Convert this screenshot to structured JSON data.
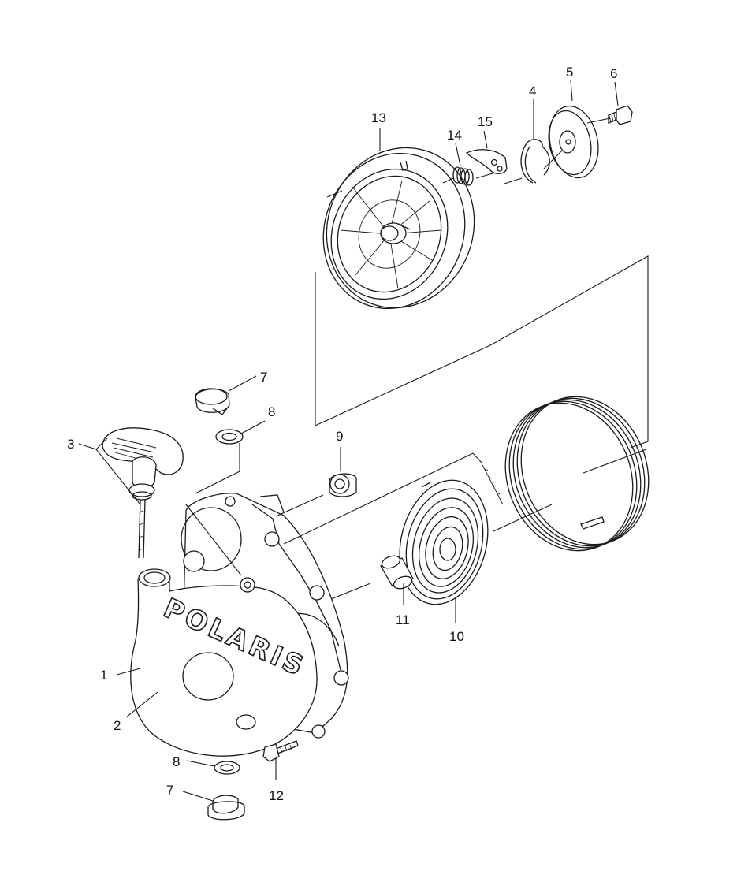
{
  "diagram": {
    "brand_text": "POLARIS",
    "callouts": [
      {
        "id": "c1",
        "text": "1"
      },
      {
        "id": "c2",
        "text": "2"
      },
      {
        "id": "c3",
        "text": "3"
      },
      {
        "id": "c4",
        "text": "4"
      },
      {
        "id": "c5",
        "text": "5"
      },
      {
        "id": "c6",
        "text": "6"
      },
      {
        "id": "c7a",
        "text": "7"
      },
      {
        "id": "c7b",
        "text": "7"
      },
      {
        "id": "c8a",
        "text": "8"
      },
      {
        "id": "c8b",
        "text": "8"
      },
      {
        "id": "c9",
        "text": "9"
      },
      {
        "id": "c10",
        "text": "10"
      },
      {
        "id": "c11",
        "text": "11"
      },
      {
        "id": "c12",
        "text": "12"
      },
      {
        "id": "c13",
        "text": "13"
      },
      {
        "id": "c14",
        "text": "14"
      },
      {
        "id": "c15",
        "text": "15"
      }
    ]
  }
}
